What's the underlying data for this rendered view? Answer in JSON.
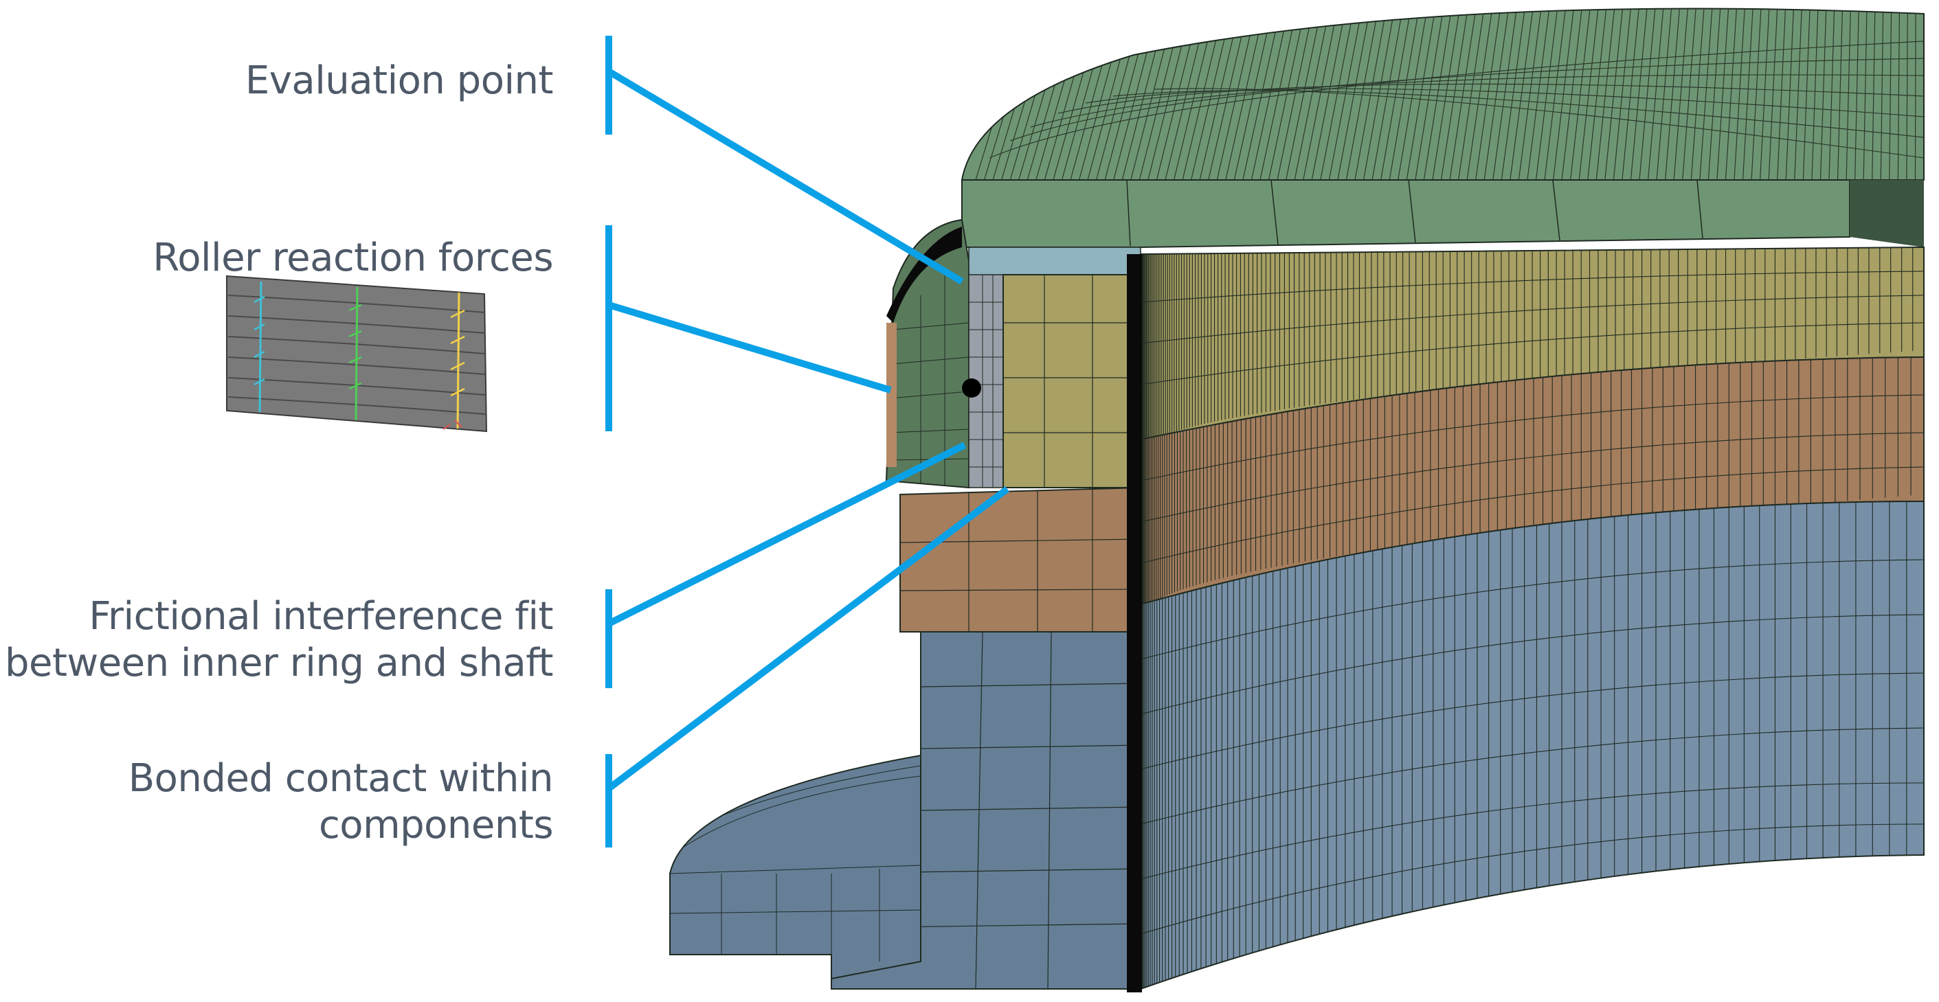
{
  "annotations": {
    "evaluation_point": "Evaluation point",
    "roller_reaction_forces": "Roller reaction forces",
    "frictional_line1": "Frictional interference fit",
    "frictional_line2": "between inner ring and shaft",
    "bonded_line1": "Bonded contact within",
    "bonded_line2": "components"
  },
  "colors": {
    "callout": "#0aa1e6",
    "label_text": "#4e5968",
    "outer_ring": "#6f9674",
    "roller": "#a8a064",
    "inner_ring": "#a57e5e",
    "shaft": "#7790a8",
    "cage": "#9aa0aa",
    "mesh_line": "#1f2a22"
  }
}
